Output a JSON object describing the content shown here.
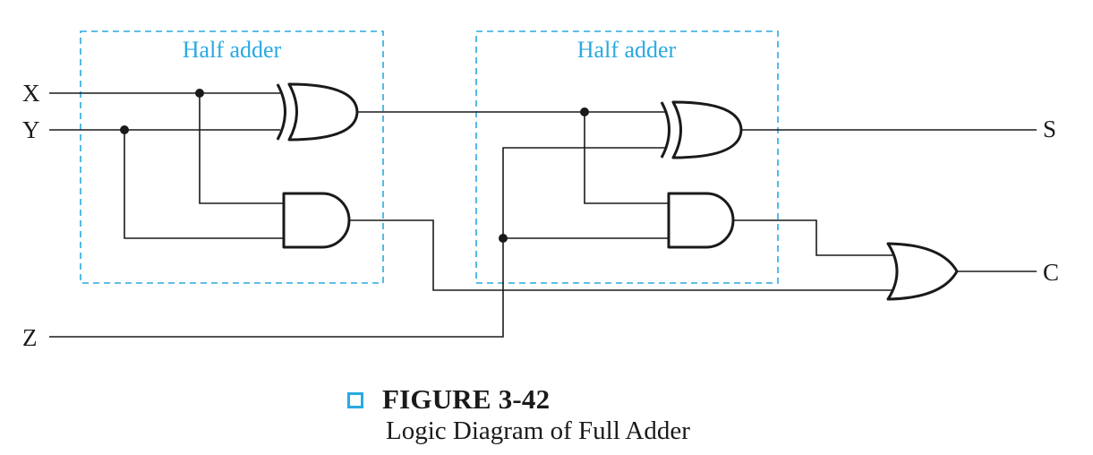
{
  "inputs": {
    "x": "X",
    "y": "Y",
    "z": "Z"
  },
  "outputs": {
    "s": "S",
    "c": "C"
  },
  "blocks": {
    "first": "Half adder",
    "second": "Half adder"
  },
  "caption": {
    "number": "FIGURE 3-42",
    "title": "Logic Diagram of Full Adder"
  },
  "colors": {
    "accent": "#29aae1",
    "ink": "#1a1a1a"
  },
  "icons": {
    "caption_marker": "hollow-square-icon"
  }
}
